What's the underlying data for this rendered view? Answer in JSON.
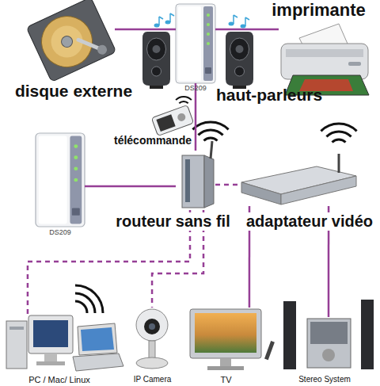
{
  "diagram": {
    "nodes": [
      {
        "text": [
          "disque externe"
        ]
      },
      {
        "text": [
          "DS209"
        ]
      },
      {
        "text": [
          "haut-parleurs"
        ]
      },
      {
        "text": [
          "imprimante"
        ]
      },
      {
        "text": [
          "télécommande"
        ]
      },
      {
        "text": [
          "DS209"
        ]
      },
      {
        "text": [
          "routeur sans fil"
        ]
      },
      {
        "text": [
          "adaptateur vidéo"
        ]
      },
      {
        "text": [
          "PC / Mac/ Linux"
        ]
      },
      {
        "text": [
          "IP Camera"
        ]
      },
      {
        "text": [
          "TV"
        ]
      },
      {
        "text": [
          "Stereo System"
        ]
      }
    ],
    "edges": [
      {
        "from": 0,
        "to": 1,
        "arrow": "none"
      },
      {
        "from": 1,
        "to": 3,
        "arrow": "none"
      },
      {
        "from": 1,
        "to": 6,
        "arrow": "none"
      },
      {
        "from": 5,
        "to": 6,
        "arrow": "none"
      },
      {
        "from": 6,
        "to": 7,
        "arrow": "none"
      },
      {
        "from": 6,
        "to": 8,
        "arrow": "none"
      },
      {
        "from": 6,
        "to": 9,
        "arrow": "none"
      },
      {
        "from": 7,
        "to": 10,
        "arrow": "none"
      },
      {
        "from": 7,
        "to": 11,
        "arrow": "none"
      }
    ]
  }
}
